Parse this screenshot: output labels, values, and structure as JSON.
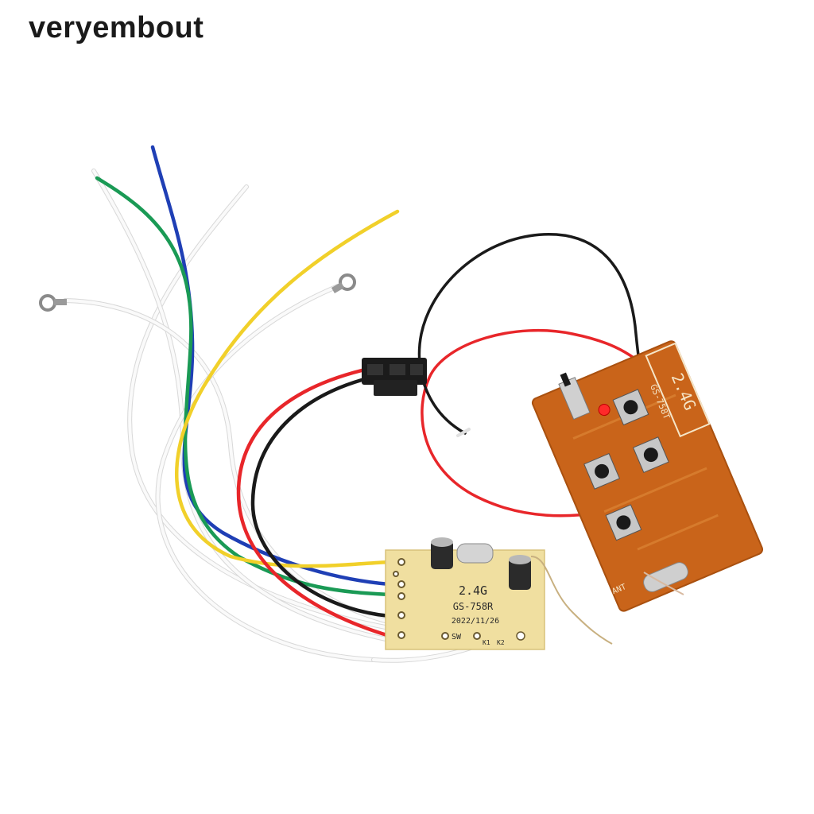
{
  "brand": {
    "name": "veryembout"
  },
  "receiver_board": {
    "freq": "2.4G",
    "model": "GS-758R",
    "date": "2022/11/26",
    "pins": [
      "SW",
      "K1",
      "K2"
    ]
  },
  "remote_board": {
    "freq": "2.4G",
    "model": "GS-758T",
    "ant_label": "ANT"
  },
  "colors": {
    "receiver_pcb": "#f0dfa0",
    "remote_pcb": "#c9641a",
    "wire_red": "#e8262a",
    "wire_black": "#1a1a1a",
    "wire_yellow": "#f1d02a",
    "wire_blue": "#1f3fb5",
    "wire_green": "#1a9a55",
    "wire_white": "#f3f3f3"
  }
}
